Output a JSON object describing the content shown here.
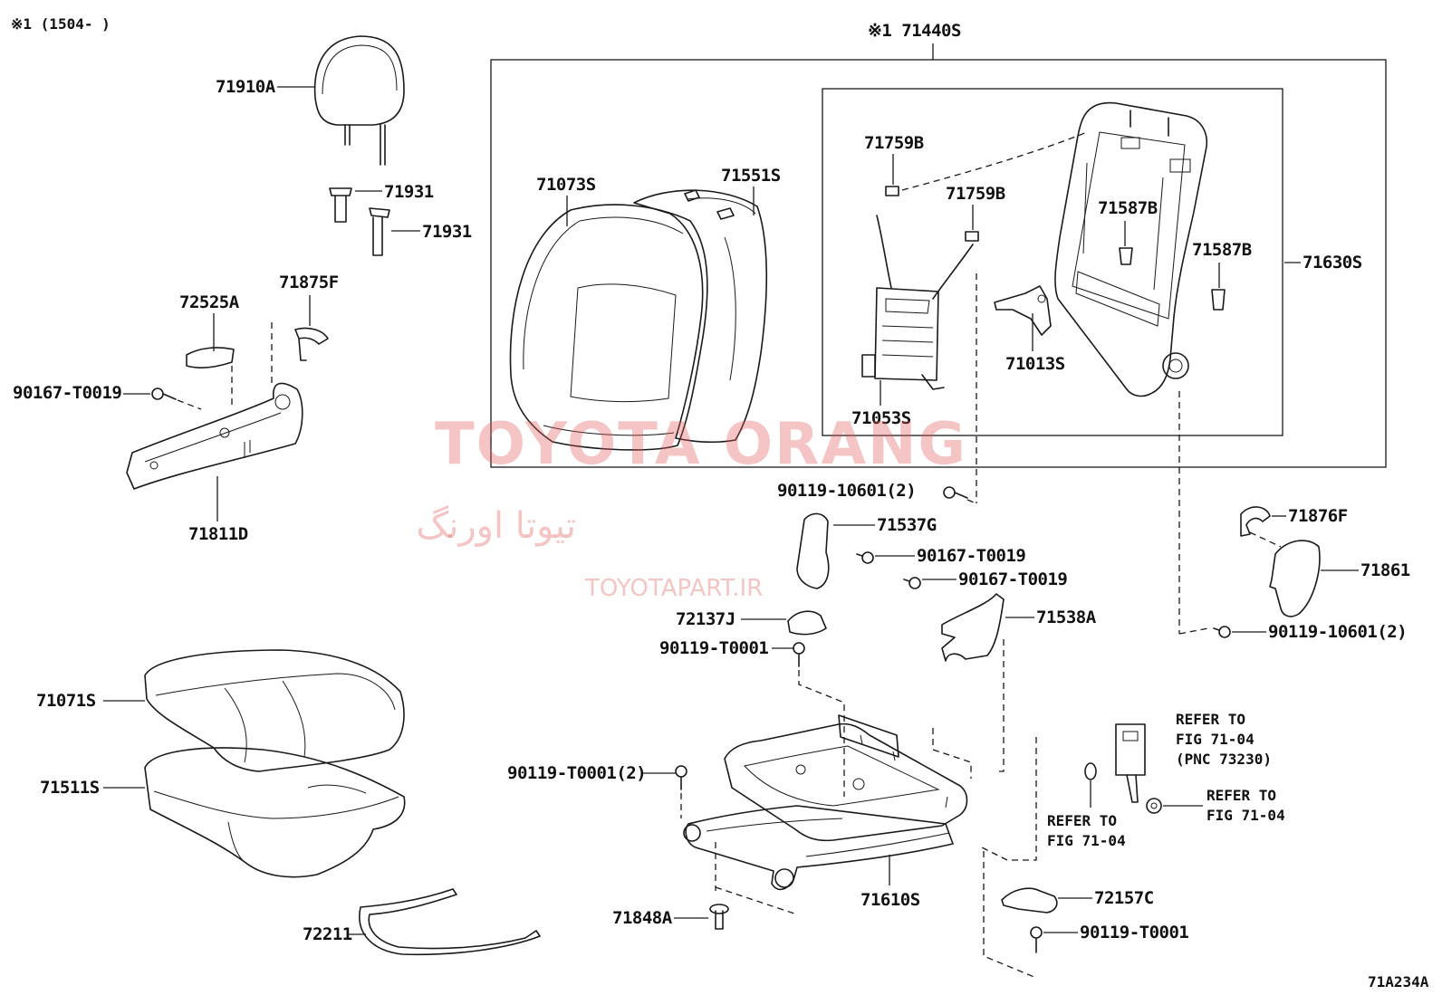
{
  "diagram": {
    "header_note": "※1 (1504-      )",
    "group_label": "※1 71440S",
    "figure_code": "71A234A",
    "labels": {
      "p71910A": "71910A",
      "p71931a": "71931",
      "p71931b": "71931",
      "p72525A": "72525A",
      "p71875F": "71875F",
      "p90167a": "90167-T0019",
      "p71811D": "71811D",
      "p71073S": "71073S",
      "p71551S": "71551S",
      "p71759Ba": "71759B",
      "p71759Bb": "71759B",
      "p71587Ba": "71587B",
      "p71587Bb": "71587B",
      "p71630S": "71630S",
      "p71013S": "71013S",
      "p71053S": "71053S",
      "p90119a": "90119-10601(2)",
      "p71537G": "71537G",
      "p90167b": "90167-T0019",
      "p90167c": "90167-T0019",
      "p72137J": "72137J",
      "p71538A": "71538A",
      "p90119T1": "90119-T0001",
      "p71876F": "71876F",
      "p71861": "71861",
      "p90119b": "90119-10601(2)",
      "p71071S": "71071S",
      "p71511S": "71511S",
      "p90119T2": "90119-T0001(2)",
      "p71848A": "71848A",
      "p71610S": "71610S",
      "p72211": "72211",
      "p72157C": "72157C",
      "p90119T3": "90119-T0001"
    },
    "refer1": [
      "REFER TO",
      "FIG 71-04",
      "(PNC 73230)"
    ],
    "refer2": [
      "REFER TO",
      "FIG 71-04"
    ],
    "refer3": [
      "REFER TO",
      "FIG 71-04"
    ]
  },
  "watermark": {
    "brand": "TOYOTA ORANG",
    "persian": "تیوتا اورنگ",
    "url": "TOYOTAPART.IR",
    "color": "#e25a5a"
  }
}
